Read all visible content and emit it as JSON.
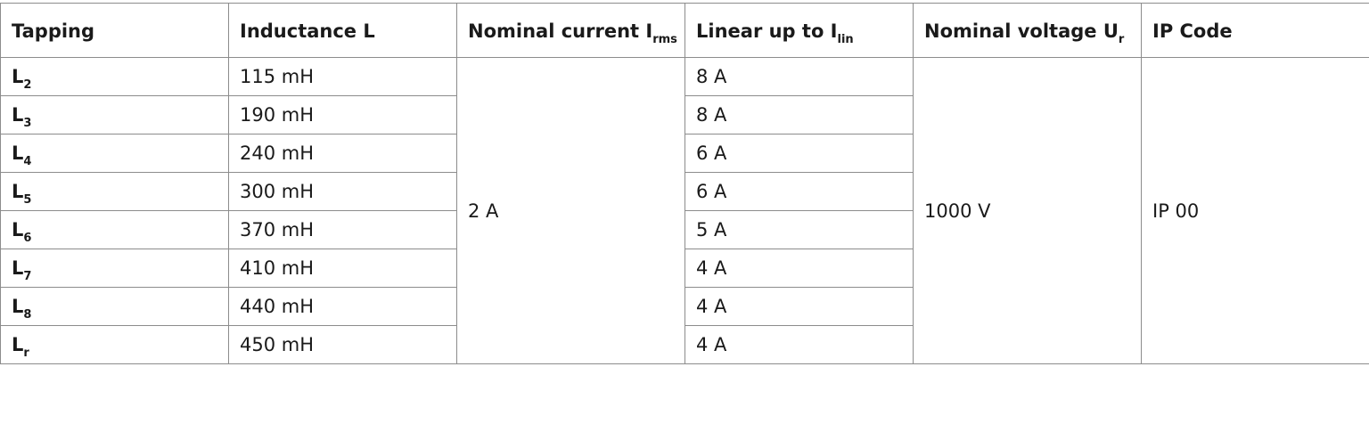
{
  "table": {
    "headers": [
      {
        "main": "Tapping",
        "sub": ""
      },
      {
        "main": "Inductance L",
        "sub": ""
      },
      {
        "main": "Nominal current I",
        "sub": "rms"
      },
      {
        "main": "Linear up to I",
        "sub": "lin"
      },
      {
        "main": "Nominal voltage U",
        "sub": "r"
      },
      {
        "main": "IP Code",
        "sub": ""
      }
    ],
    "rows": [
      {
        "tap_main": "L",
        "tap_sub": "2",
        "inductance": "115 mH",
        "linear": "8 A"
      },
      {
        "tap_main": "L",
        "tap_sub": "3",
        "inductance": "190 mH",
        "linear": "8 A"
      },
      {
        "tap_main": "L",
        "tap_sub": "4",
        "inductance": "240 mH",
        "linear": "6 A"
      },
      {
        "tap_main": "L",
        "tap_sub": "5",
        "inductance": "300 mH",
        "linear": "6 A"
      },
      {
        "tap_main": "L",
        "tap_sub": "6",
        "inductance": "370 mH",
        "linear": "5 A"
      },
      {
        "tap_main": "L",
        "tap_sub": "7",
        "inductance": "410 mH",
        "linear": "4 A"
      },
      {
        "tap_main": "L",
        "tap_sub": "8",
        "inductance": "440 mH",
        "linear": "4 A"
      },
      {
        "tap_main": "L",
        "tap_sub": "r",
        "inductance": "450 mH",
        "linear": "4 A"
      }
    ],
    "nominal_current": "2 A",
    "nominal_voltage": "1000 V",
    "ip_code": "IP 00"
  }
}
